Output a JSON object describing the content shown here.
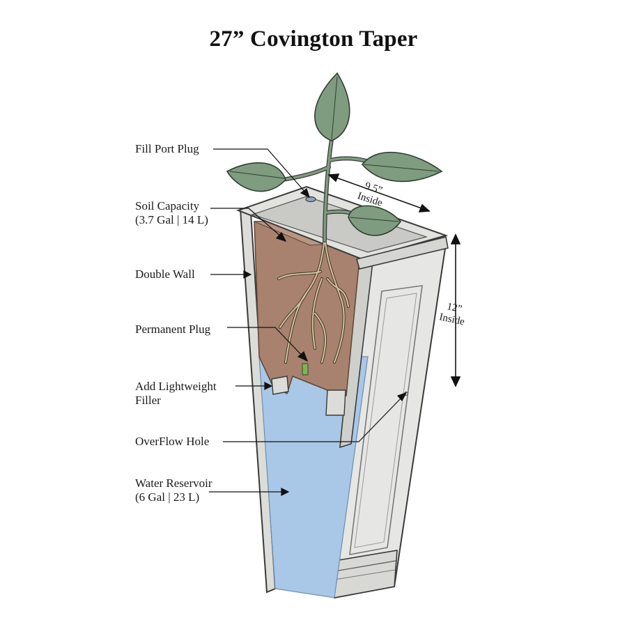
{
  "title": "27” Covington Taper",
  "labels": {
    "fill_port_plug": "Fill Port Plug",
    "soil_capacity": "Soil Capacity",
    "soil_capacity_sub": "(3.7 Gal | 14 L)",
    "double_wall": "Double Wall",
    "permanent_plug": "Permanent Plug",
    "filler_line1": "Add Lightweight",
    "filler_line2": "Filler",
    "overflow_hole": "OverFlow Hole",
    "water_reservoir": "Water Reservoir",
    "water_reservoir_sub": "(6 Gal | 23 L)"
  },
  "dimensions": {
    "width_value": "9.5”",
    "width_note": "Inside",
    "depth_value": "12”",
    "depth_note": "Inside"
  },
  "colors": {
    "planter": "#e6e6e4",
    "planter_shade": "#cfcfcc",
    "outline": "#3a3a3a",
    "soil": "#a8826f",
    "water": "#a9c7e6",
    "leaf": "#7f9c80",
    "root": "#cec19a"
  }
}
